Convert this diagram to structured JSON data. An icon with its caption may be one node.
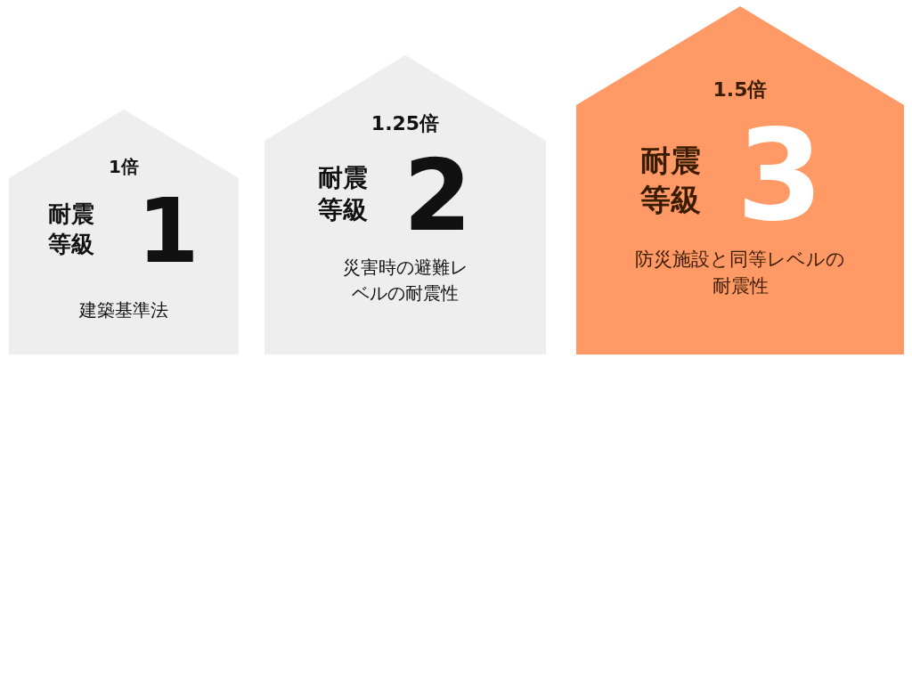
{
  "diagram": {
    "nodes": [
      {
        "text": [
          "1倍",
          "耐震等級",
          "1",
          "建築基準法"
        ]
      },
      {
        "text": [
          "1.25倍",
          "耐震等級",
          "2",
          "災害時の避難レベルの耐震性"
        ]
      },
      {
        "text": [
          "1.5倍",
          "耐震等級",
          "3",
          "防災施設と同等レベルの耐震性"
        ]
      }
    ]
  }
}
